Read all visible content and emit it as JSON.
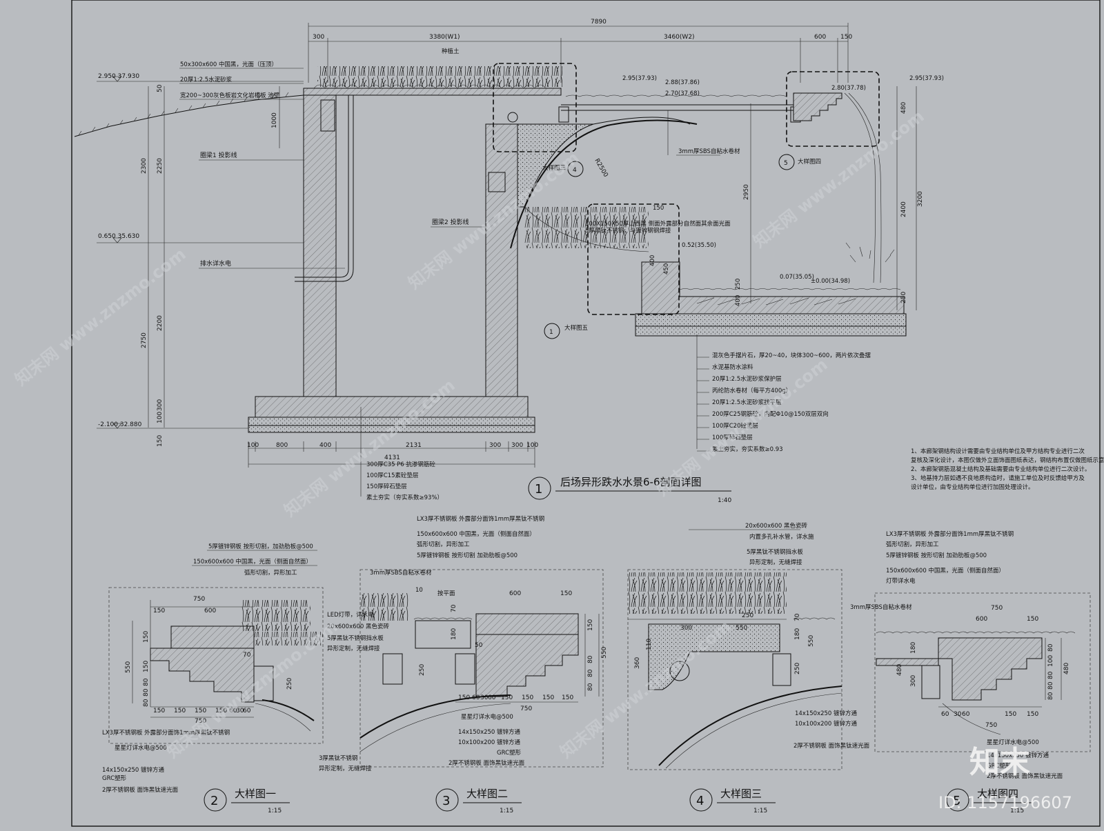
{
  "main": {
    "title": "后场异形跌水水景6-6剖面详图",
    "number": "1",
    "scale": "1:40",
    "dims_top": [
      "7890",
      "300",
      "3380(W1)",
      "3460(W2)",
      "600",
      "150"
    ],
    "dims_bottom": [
      "100",
      "800",
      "400",
      "2131",
      "300",
      "300",
      "100",
      "4131"
    ],
    "dims_left": [
      "50",
      "1000",
      "2300",
      "2250",
      "2200",
      "2750",
      "300",
      "100",
      "150"
    ],
    "dims_right": [
      "480",
      "3200",
      "2400",
      "2950",
      "250"
    ],
    "elevations": [
      "2.950 37.930",
      "0.650 35.630",
      "-2.100 32.880",
      "2.95(37.93)",
      "2.88(37.86)",
      "2.70(37.68)",
      "2.95(37.93)",
      "2.80(37.78)",
      "0.52(35.50)",
      "0.07(35.05)",
      "±0.00(34.98)"
    ],
    "labels": [
      "50x300x600 中国黑，光面（压顶）",
      "20厚1:2.5水泥砂浆",
      "宽200~300灰色板岩文化岩槽板 池壁",
      "种植土",
      "圈梁1 投影线",
      "圈梁2 投影线",
      "排水详水电",
      "3mm厚SBS自粘水卷材",
      "大样图三",
      "大样图四",
      "大样图五",
      "R2500",
      "300X150X50厚山西黑 侧面外露部分自然面其余面光面",
      "5厚黑钛不锈钢，与镀锌钢钢焊接"
    ],
    "callouts": [
      "4",
      "5",
      "1"
    ],
    "dims_detail": [
      "150",
      "400",
      "450",
      "400",
      "250"
    ],
    "layers_right": [
      "混灰色手摆片石，厚20~40，块体300~600，两片依次叠摆",
      "水泥基防水涂料",
      "20厚1:2.5水泥砂浆保护层",
      "丙纶防水卷材（每平方400g）",
      "20厚1:2.5水泥砂浆找平层",
      "200厚C25钢筋砼，内配Φ10@150双层双向",
      "100厚C20砼垫层",
      "100厚碎石垫层",
      "素土夯实，夯实系数≥0.93"
    ],
    "layers_bottom": [
      "300厚C35 P6 抗渗钢筋砼",
      "100厚C15素砼垫层",
      "150厚碎石垫层",
      "素土夯实（夯实系数≥93%）"
    ],
    "notes": [
      "1、本廊架钢结构设计需要由专业结构单位及甲方结构专业进行二次",
      "复核及深化设计，本图仅做外立面饰面图纸表达，钢结构布置仅做图纸示意；",
      "2、本廊架钢筋混凝土结构及基础需要由专业结构单位进行二次设计。",
      "3、地基持力层如遇不良地质构造时，请施工单位及时反馈给甲方及",
      "设计单位，由专业结构单位进行加固处理设计。"
    ]
  },
  "details": [
    {
      "number": "2",
      "title": "大样图一",
      "scale": "1:15",
      "labels": [
        "5厚镀锌钢板 按形切割，加劲肋板@500",
        "150x600x600 中国黑，光面（侧面自然面）",
        "弧形切割，异形加工",
        "LX3厚不锈钢板 外露部分面饰1mm厚黑钛不锈钢",
        "星星灯详水电@500",
        "14x150x250 镀锌方通",
        "GRC塑形",
        "2厚不锈钢板 面饰黑钛速光面",
        "3厚黑钛不锈钢",
        "异形定制，无缝焊接"
      ],
      "dims": [
        "750",
        "150",
        "600",
        "150",
        "550",
        "150",
        "80",
        "80",
        "80",
        "70",
        "250",
        "150",
        "150",
        "150",
        "150",
        "60",
        "30",
        "60",
        "750"
      ]
    },
    {
      "number": "3",
      "title": "大样图二",
      "scale": "1:15",
      "labels": [
        "LX3厚不锈钢板 外露部分面饰1mm厚黑钛不锈钢",
        "150x600x600 中国黑，光面（侧面自然面）",
        "弧形切割，异形加工",
        "5厚镀锌钢板 按形切割 加劲肋板@500",
        "3mm厚SBS自粘水卷材",
        "按平面",
        "LED灯带，详水电",
        "20x600x600 黑色瓷砖",
        "5厚黑钛不锈钢挡水板",
        "异形定制，无缝焊接",
        "星星灯详水电@500",
        "14x150x250 镀锌方通",
        "10x100x200 镀锌方通",
        "GRC塑形",
        "2厚不锈钢板 面饰黑钛速光面"
      ],
      "dims": [
        "10",
        "600",
        "150",
        "70",
        "180",
        "50",
        "250",
        "150",
        "550",
        "80",
        "80",
        "80",
        "150",
        "60",
        "30",
        "60",
        "150",
        "150",
        "150",
        "150",
        "750"
      ]
    },
    {
      "number": "4",
      "title": "大样图三",
      "scale": "1:15",
      "labels": [
        "20x600x600 黑色瓷砖",
        "内置多孔补水管，详水施",
        "5厚黑钛不锈钢挡水板",
        "异形定制，无缝焊接",
        "14x150x250 镀锌方通",
        "10x100x200 镀锌方通",
        "2厚不锈钢板 面饰黑钛速光面"
      ],
      "dims": [
        "300",
        "550",
        "250",
        "70",
        "180",
        "550",
        "110",
        "360",
        "250"
      ]
    },
    {
      "number": "5",
      "title": "大样图四",
      "scale": "1:15",
      "labels": [
        "LX3厚不锈钢板 外露部分面饰1mm厚黑钛不锈钢",
        "弧形切割，异形加工",
        "5厚镀锌钢板 按形切割 加劲肋板@500",
        "150x600x600 中国黑，光面（侧面自然面）",
        "灯带详水电",
        "3mm厚SBS自粘水卷材",
        "星星灯详水电@500",
        "14x150x250 镀锌方通",
        "GRC塑形",
        "2厚不锈钢板 面饰黑钛速光面"
      ],
      "dims": [
        "750",
        "600",
        "150",
        "180",
        "300",
        "480",
        "80",
        "100",
        "80",
        "80",
        "80",
        "480",
        "60",
        "30",
        "60",
        "150",
        "150",
        "750"
      ]
    }
  ],
  "watermark": {
    "brand": "知末",
    "site": "知末网 www.znzmo.com",
    "id": "ID: 1157196607"
  }
}
